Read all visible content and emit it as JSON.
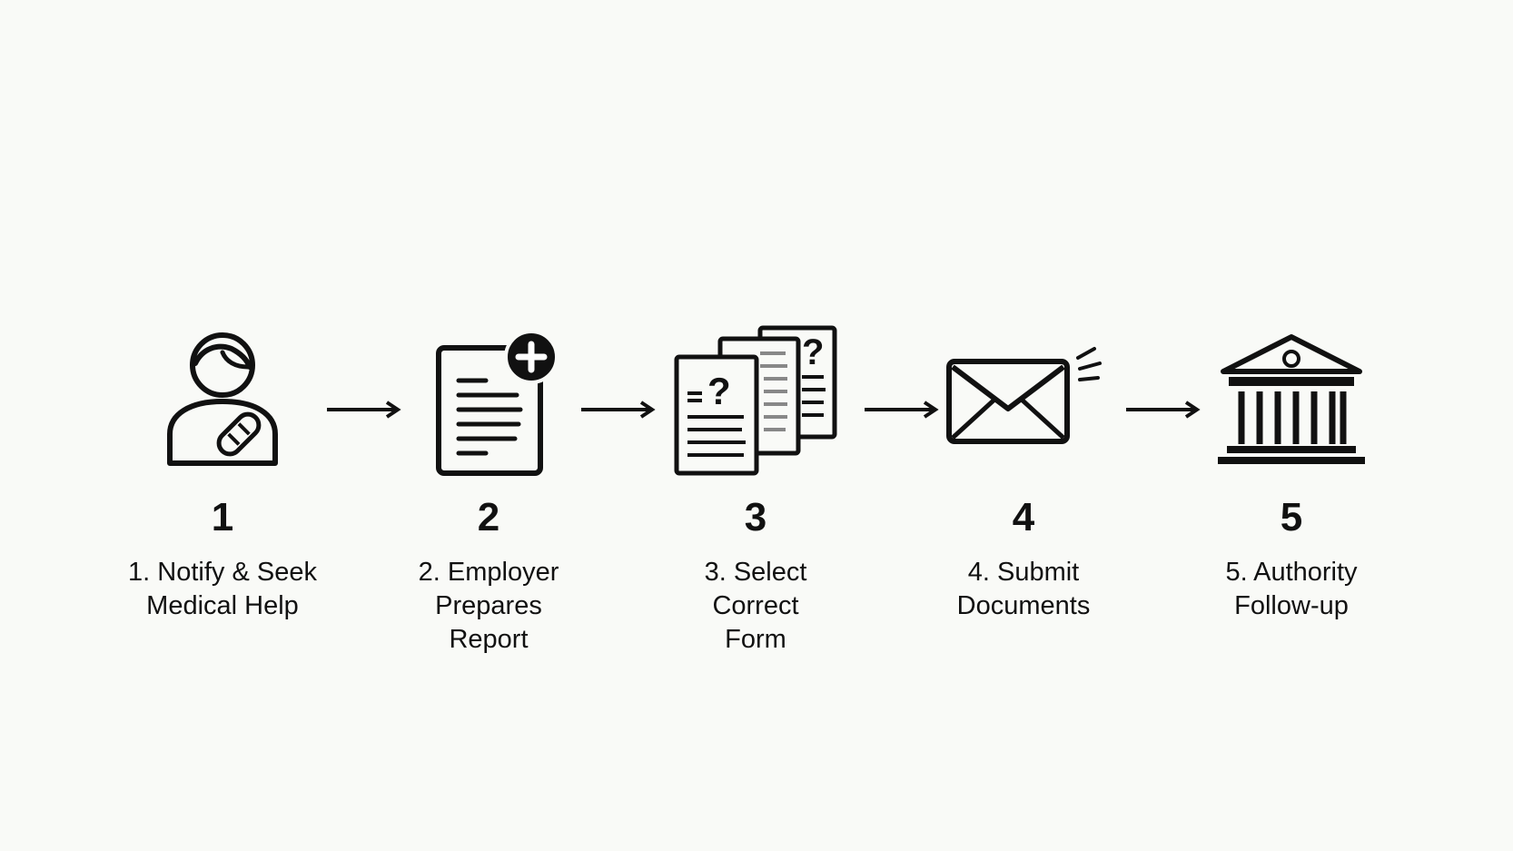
{
  "diagram": {
    "steps": [
      {
        "number": "1",
        "label": "1. Notify & Seek\nMedical Help",
        "icon": "injured-person-icon"
      },
      {
        "number": "2",
        "label": "2. Employer\nPrepares\nReport",
        "icon": "report-add-icon"
      },
      {
        "number": "3",
        "label": "3. Select\nCorrect\nForm",
        "icon": "forms-question-icon"
      },
      {
        "number": "4",
        "label": "4. Submit\nDocuments",
        "icon": "envelope-send-icon"
      },
      {
        "number": "5",
        "label": "5. Authority\nFollow-up",
        "icon": "government-building-icon"
      }
    ],
    "colors": {
      "background": "#f9faf7",
      "ink": "#111111"
    }
  }
}
